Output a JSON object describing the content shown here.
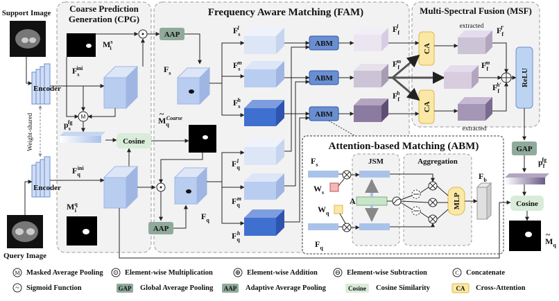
{
  "diagram": {
    "support_image_label": "Support Image",
    "query_image_label": "Query Image",
    "weight_shared_label": "Weight-shared",
    "cpg": {
      "title_line1": "Coarse Prediction",
      "title_line2": "Generation (CPG)"
    },
    "fam": {
      "title": "Frequency Aware Matching (FAM)"
    },
    "msf": {
      "title": "Multi-Spectral Fusion (MSF)",
      "extracted_label": "extracted"
    },
    "abm": {
      "title": "Attention-based Matching (ABM)",
      "jsm_label": "JSM",
      "aggregation_label": "Aggregation"
    },
    "blocks": {
      "encoder": "Encoder",
      "aap": "AAP",
      "gap": "GAP",
      "cosine": "Cosine",
      "abm": "ABM",
      "ca": "CA",
      "relu": "ReLU",
      "mlp": "MLP",
      "masked_pool_symbol": "M"
    },
    "variables": {
      "Ms": "M",
      "Ms_sup": "s",
      "Ms_sub": "i",
      "Fsini": "F",
      "Fsini_sub": "s",
      "Fsini_sup": "ini",
      "psfg": "p",
      "psfg_sub": "s",
      "psfg_sup": "fg",
      "Fqini": "F",
      "Fqini_sub": "q",
      "Fqini_sup": "ini",
      "Mq": "M",
      "Mq_sup": "q",
      "Mq_sub": "i",
      "Fs": "F",
      "Fs_sub": "s",
      "Fq": "F",
      "Fq_sub": "q",
      "McoarseSym": "M",
      "Mcoarse_sub": "q",
      "Mcoarse_sup": "Coarse",
      "Fl": "F",
      "Fl_sup": "l",
      "Fm": "F",
      "Fm_sup": "m",
      "Fh": "F",
      "Fh_sup": "h",
      "s_sub": "s",
      "q_sub": "q",
      "Ff": "F",
      "f_sub": "f",
      "pffg": "p",
      "pffg_sub": "f",
      "pffg_sup": "fg",
      "Mq_final": "M",
      "Mq_final_sub": "q",
      "Ws": "W",
      "Ws_sub": "s",
      "Wq": "W",
      "Wq_sub": "q",
      "A": "A",
      "Fb": "F",
      "Fb_sub": "b",
      "prime": "′"
    }
  },
  "legend": [
    {
      "symbol": "M",
      "text": "Masked Average Pooling"
    },
    {
      "symbol": "⊙",
      "text": "Element-wise Multiplication"
    },
    {
      "symbol": "⊕",
      "text": "Element-wise Addition"
    },
    {
      "symbol": "⊖",
      "text": "Element-wise Subtraction"
    },
    {
      "symbol": "C",
      "text": "Concatenate"
    },
    {
      "symbol": "~",
      "text": "Sigmoid Function"
    },
    {
      "symbol": "GAP",
      "text": "Global Average Pooling"
    },
    {
      "symbol": "AAP",
      "text": "Adaptive Average Pooling"
    },
    {
      "symbol": "Cosine",
      "text": "Cosine Similarity"
    },
    {
      "symbol": "CA",
      "text": "Cross-Attention"
    }
  ],
  "colors": {
    "panel_bg": "#f2f2f2",
    "panel_stroke": "#9a9a9a",
    "gray_block": "#8faa9a",
    "green_block": "#d9ecd9",
    "abm_block": "#6a8fd0",
    "ca_block": "#fbe8a6",
    "relu_block": "#bcd3f2",
    "light_cube": "#cfdcf3",
    "mid_cube": "#a9c2ea",
    "dark_cube": "#3f6fcf",
    "violet_cube": "#c9b6d8"
  }
}
